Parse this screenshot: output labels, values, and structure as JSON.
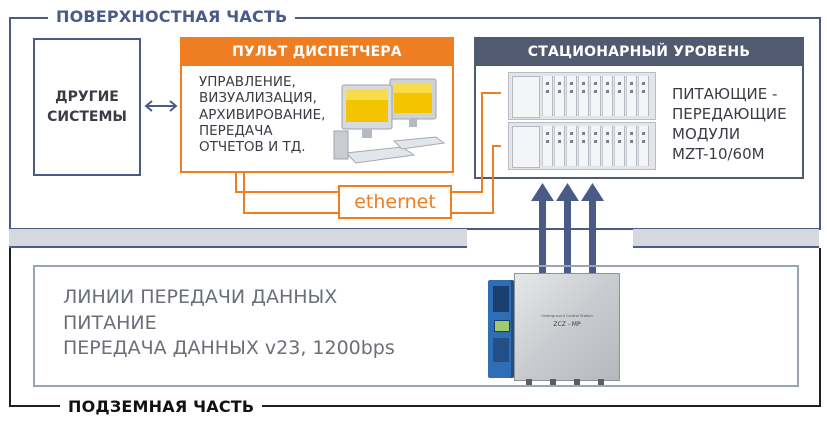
{
  "sections": {
    "surface": "ПОВЕРХНОСТНАЯ ЧАСТЬ",
    "underground": "ПОДЗЕМНАЯ ЧАСТЬ"
  },
  "other_systems": {
    "line1": "ДРУГИЕ",
    "line2": "СИСТЕМЫ"
  },
  "dispatcher": {
    "title": "ПУЛЬТ ДИСПЕТЧЕРА",
    "lines": [
      "УПРАВЛЕНИЕ,",
      "ВИЗУАЛИЗАЦИЯ,",
      "АРХИВИРОВАНИЕ,",
      "ПЕРЕДАЧА",
      "ОТЧЕТОВ И ТД."
    ]
  },
  "stationary": {
    "title": "СТАЦИОНАРНЫЙ УРОВЕНЬ",
    "lines": [
      "ПИТАЮЩИЕ -",
      "ПЕРЕДАЮЩИЕ",
      "МОДУЛИ",
      "MZT-10/60M"
    ]
  },
  "network": {
    "label": "ethernet"
  },
  "underground_box": {
    "lines": [
      "ЛИНИИ ПЕРЕДАЧИ ДАННЫХ",
      "ПИТАНИЕ",
      "ПЕРЕДАЧА ДАННЫХ v23, 1200bps"
    ]
  },
  "device": {
    "caption": "Underground Control Station",
    "model": "ZCZ - MP"
  },
  "colors": {
    "accent_orange": "#ef7d22",
    "frame_blue": "#4a5b87",
    "title_slate": "#505a70",
    "divider_grey": "#d5d8de"
  },
  "icons": [
    "bidirectional-arrow-icon",
    "computer-workstation-icon",
    "rack-module-icon",
    "up-arrow-icon",
    "control-cabinet-icon"
  ]
}
